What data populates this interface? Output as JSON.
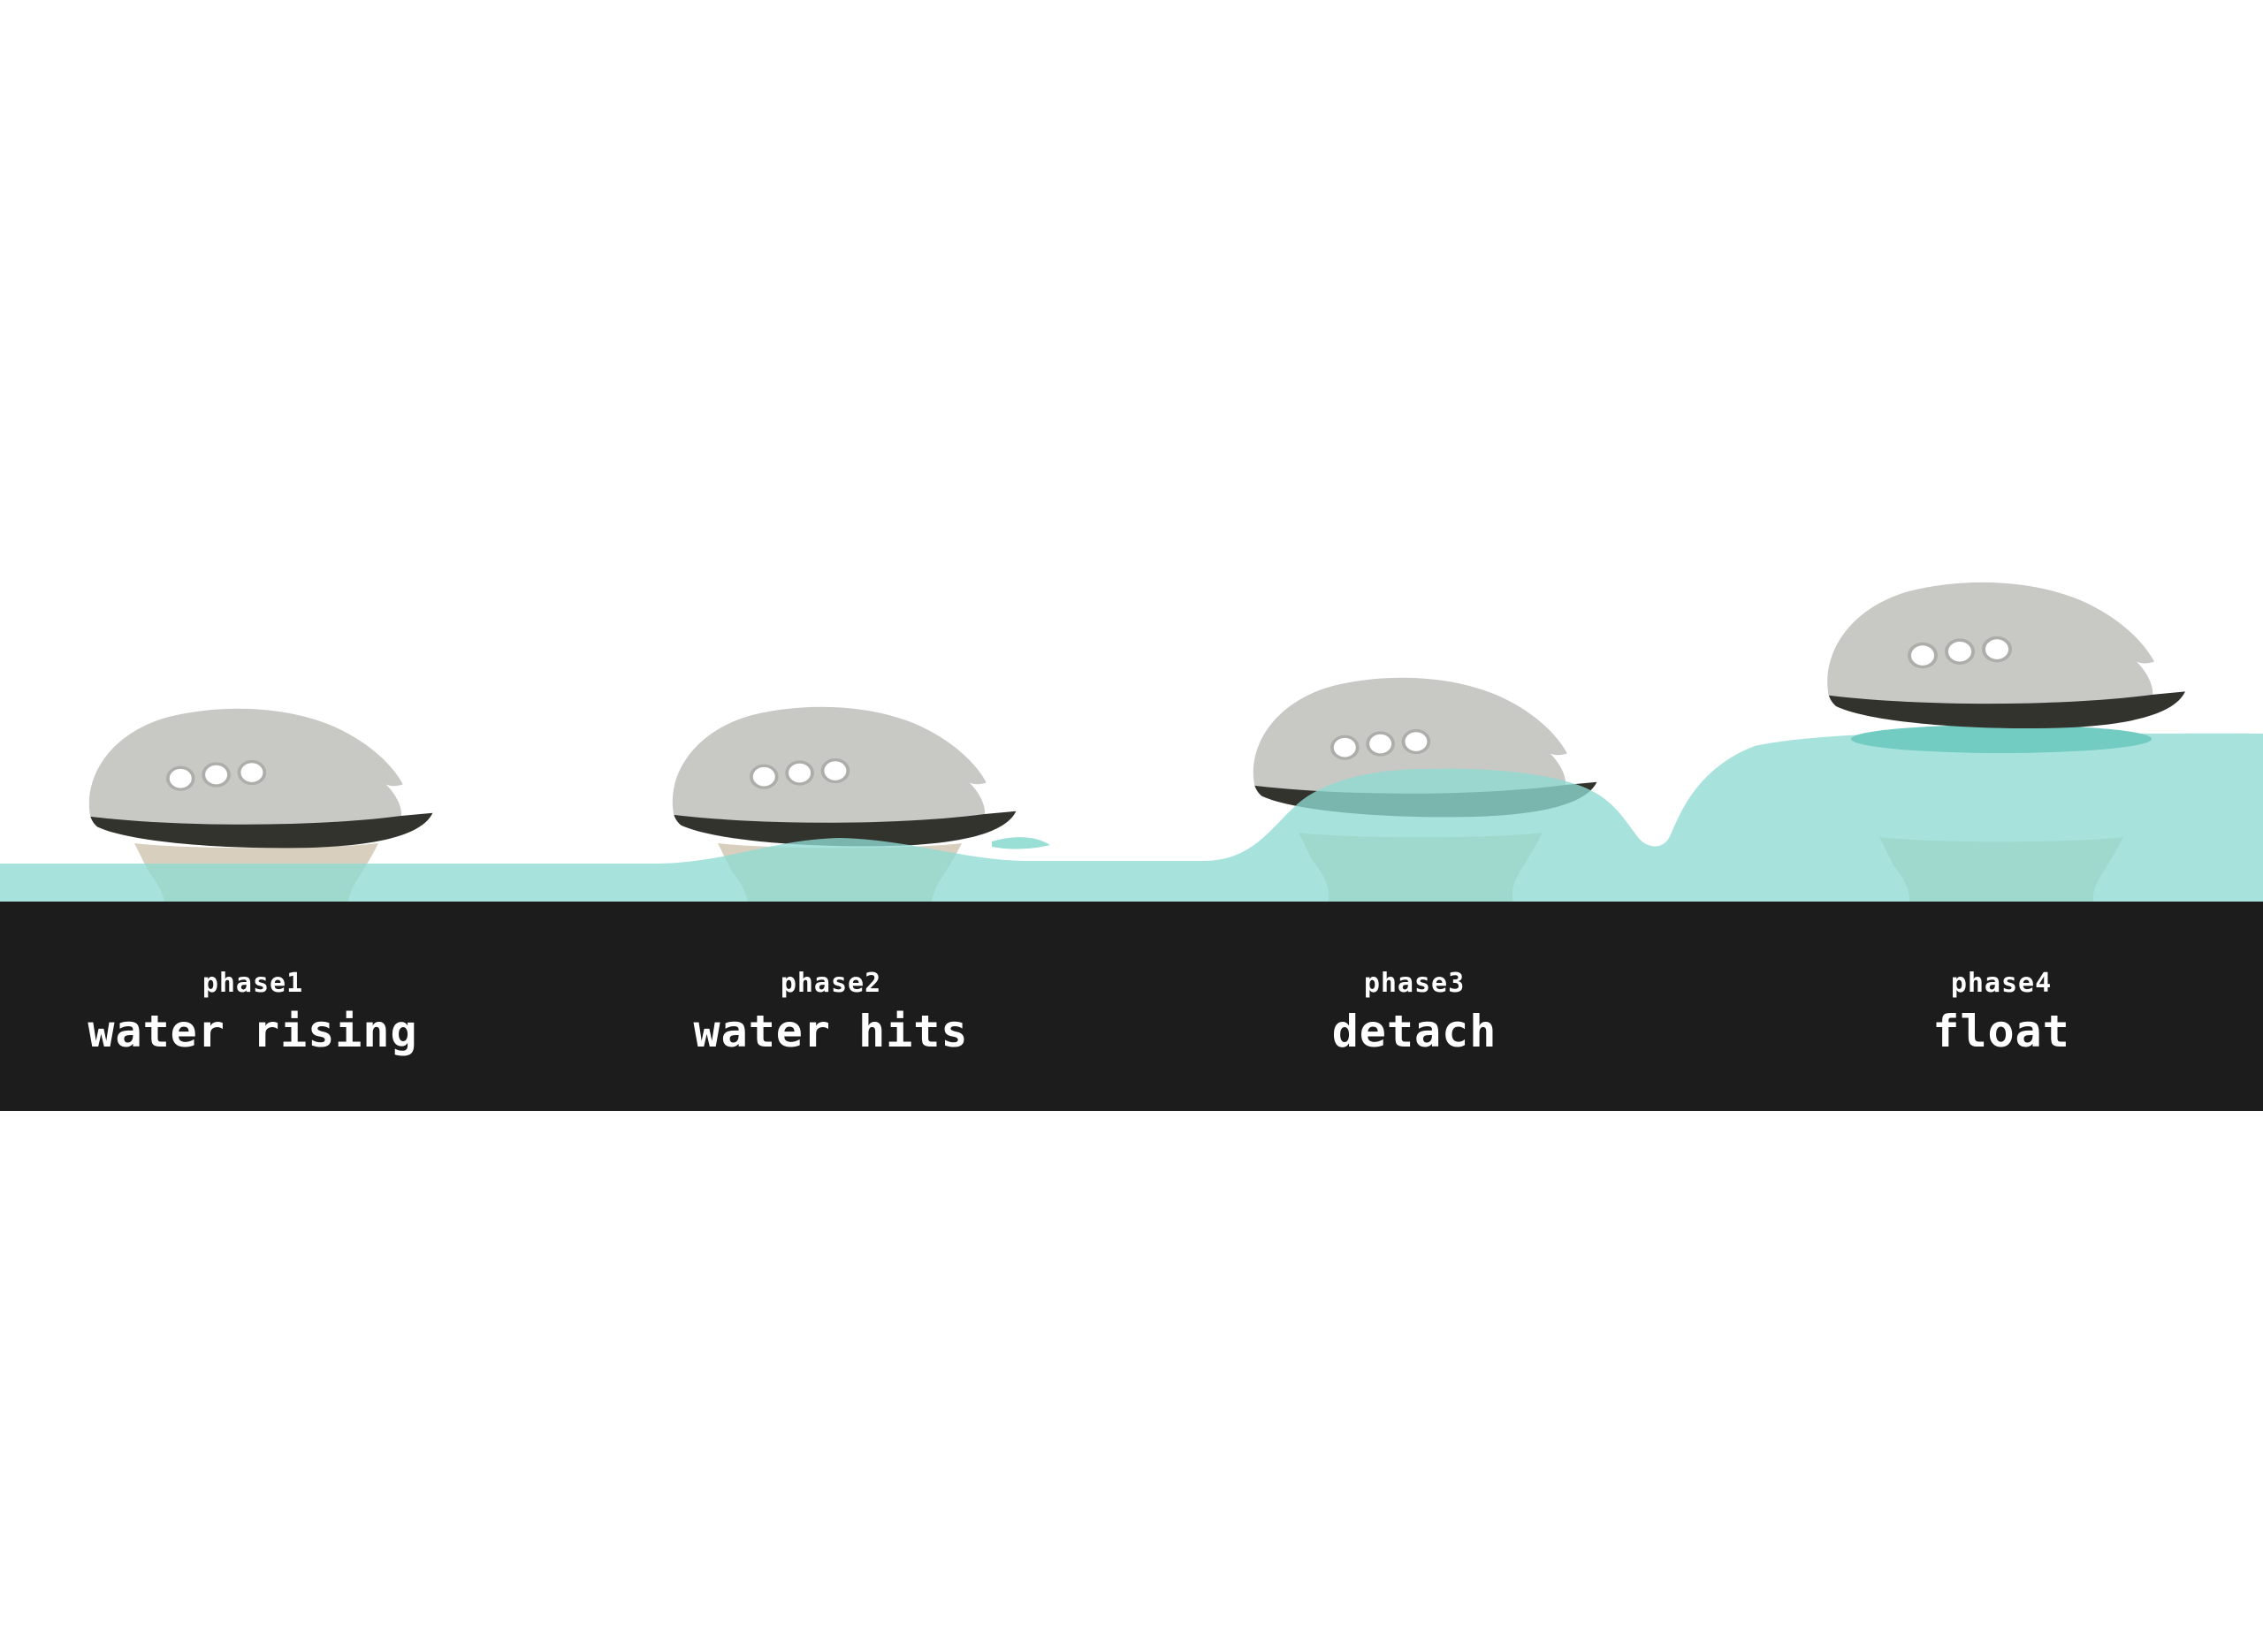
{
  "colors": {
    "background": "#ffffff",
    "water": "#8edbd2",
    "water_shadow": "#72ccc2",
    "band": "#1c1c1c",
    "pod_body": "#c8c9c5",
    "pod_rim": "#33332e",
    "porthole": "#ffffff",
    "porthole_stroke": "#adaeaa",
    "pedestal": "#d8cfbf",
    "label_text": "#ffffff"
  },
  "phases": [
    {
      "label": "phase1",
      "caption": "water rising"
    },
    {
      "label": "phase2",
      "caption": "water hits"
    },
    {
      "label": "phase3",
      "caption": "detach"
    },
    {
      "label": "phase4",
      "caption": "float"
    }
  ]
}
